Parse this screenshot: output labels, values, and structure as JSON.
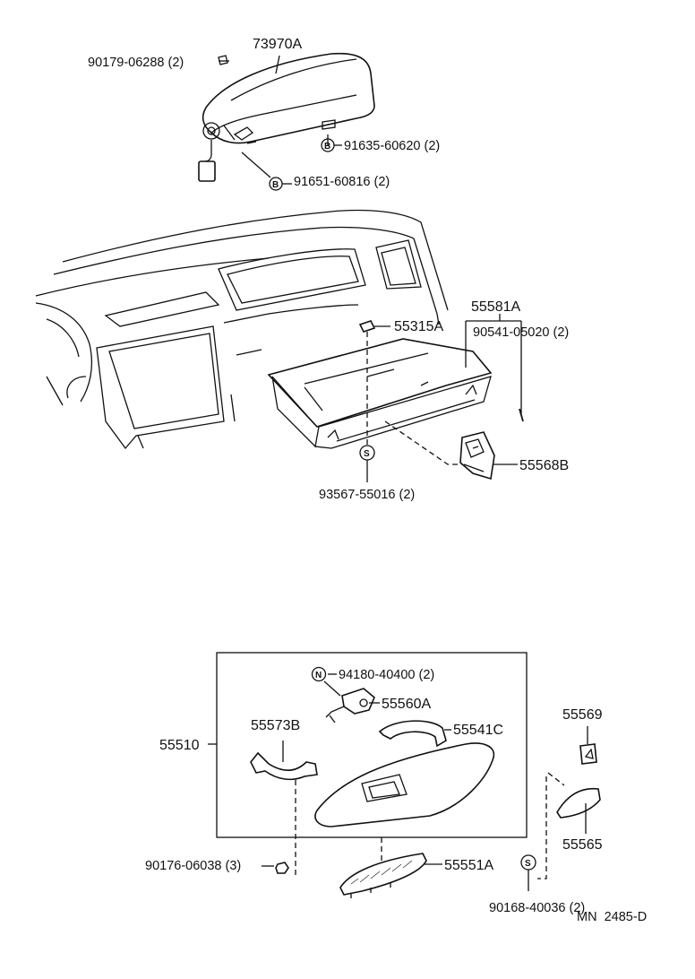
{
  "diagram": {
    "callouts": [
      {
        "id": "73970A",
        "label": "73970A"
      },
      {
        "id": "90179-06288",
        "label": "90179-06288 (2)"
      },
      {
        "id": "91635-60620",
        "label": "91635-60620 (2)",
        "marker": "B"
      },
      {
        "id": "91651-60816",
        "label": "91651-60816 (2)",
        "marker": "B"
      },
      {
        "id": "55581A",
        "label": "55581A"
      },
      {
        "id": "55315A",
        "label": "55315A"
      },
      {
        "id": "90541-05020",
        "label": "90541-05020 (2)"
      },
      {
        "id": "55568B",
        "label": "55568B"
      },
      {
        "id": "93567-55016",
        "label": "93567-55016 (2)",
        "marker": "S"
      },
      {
        "id": "94180-40400",
        "label": "94180-40400 (2)",
        "marker": "N"
      },
      {
        "id": "55560A",
        "label": "55560A"
      },
      {
        "id": "55573B",
        "label": "55573B"
      },
      {
        "id": "55541C",
        "label": "55541C"
      },
      {
        "id": "55510",
        "label": "55510"
      },
      {
        "id": "55569",
        "label": "55569"
      },
      {
        "id": "55565",
        "label": "55565"
      },
      {
        "id": "90176-06038",
        "label": "90176-06038 (3)"
      },
      {
        "id": "55551A",
        "label": "55551A"
      },
      {
        "id": "90168-40036",
        "label": "90168-40036 (2)",
        "marker": "S"
      }
    ],
    "footer_code": "MN  2485-D"
  }
}
